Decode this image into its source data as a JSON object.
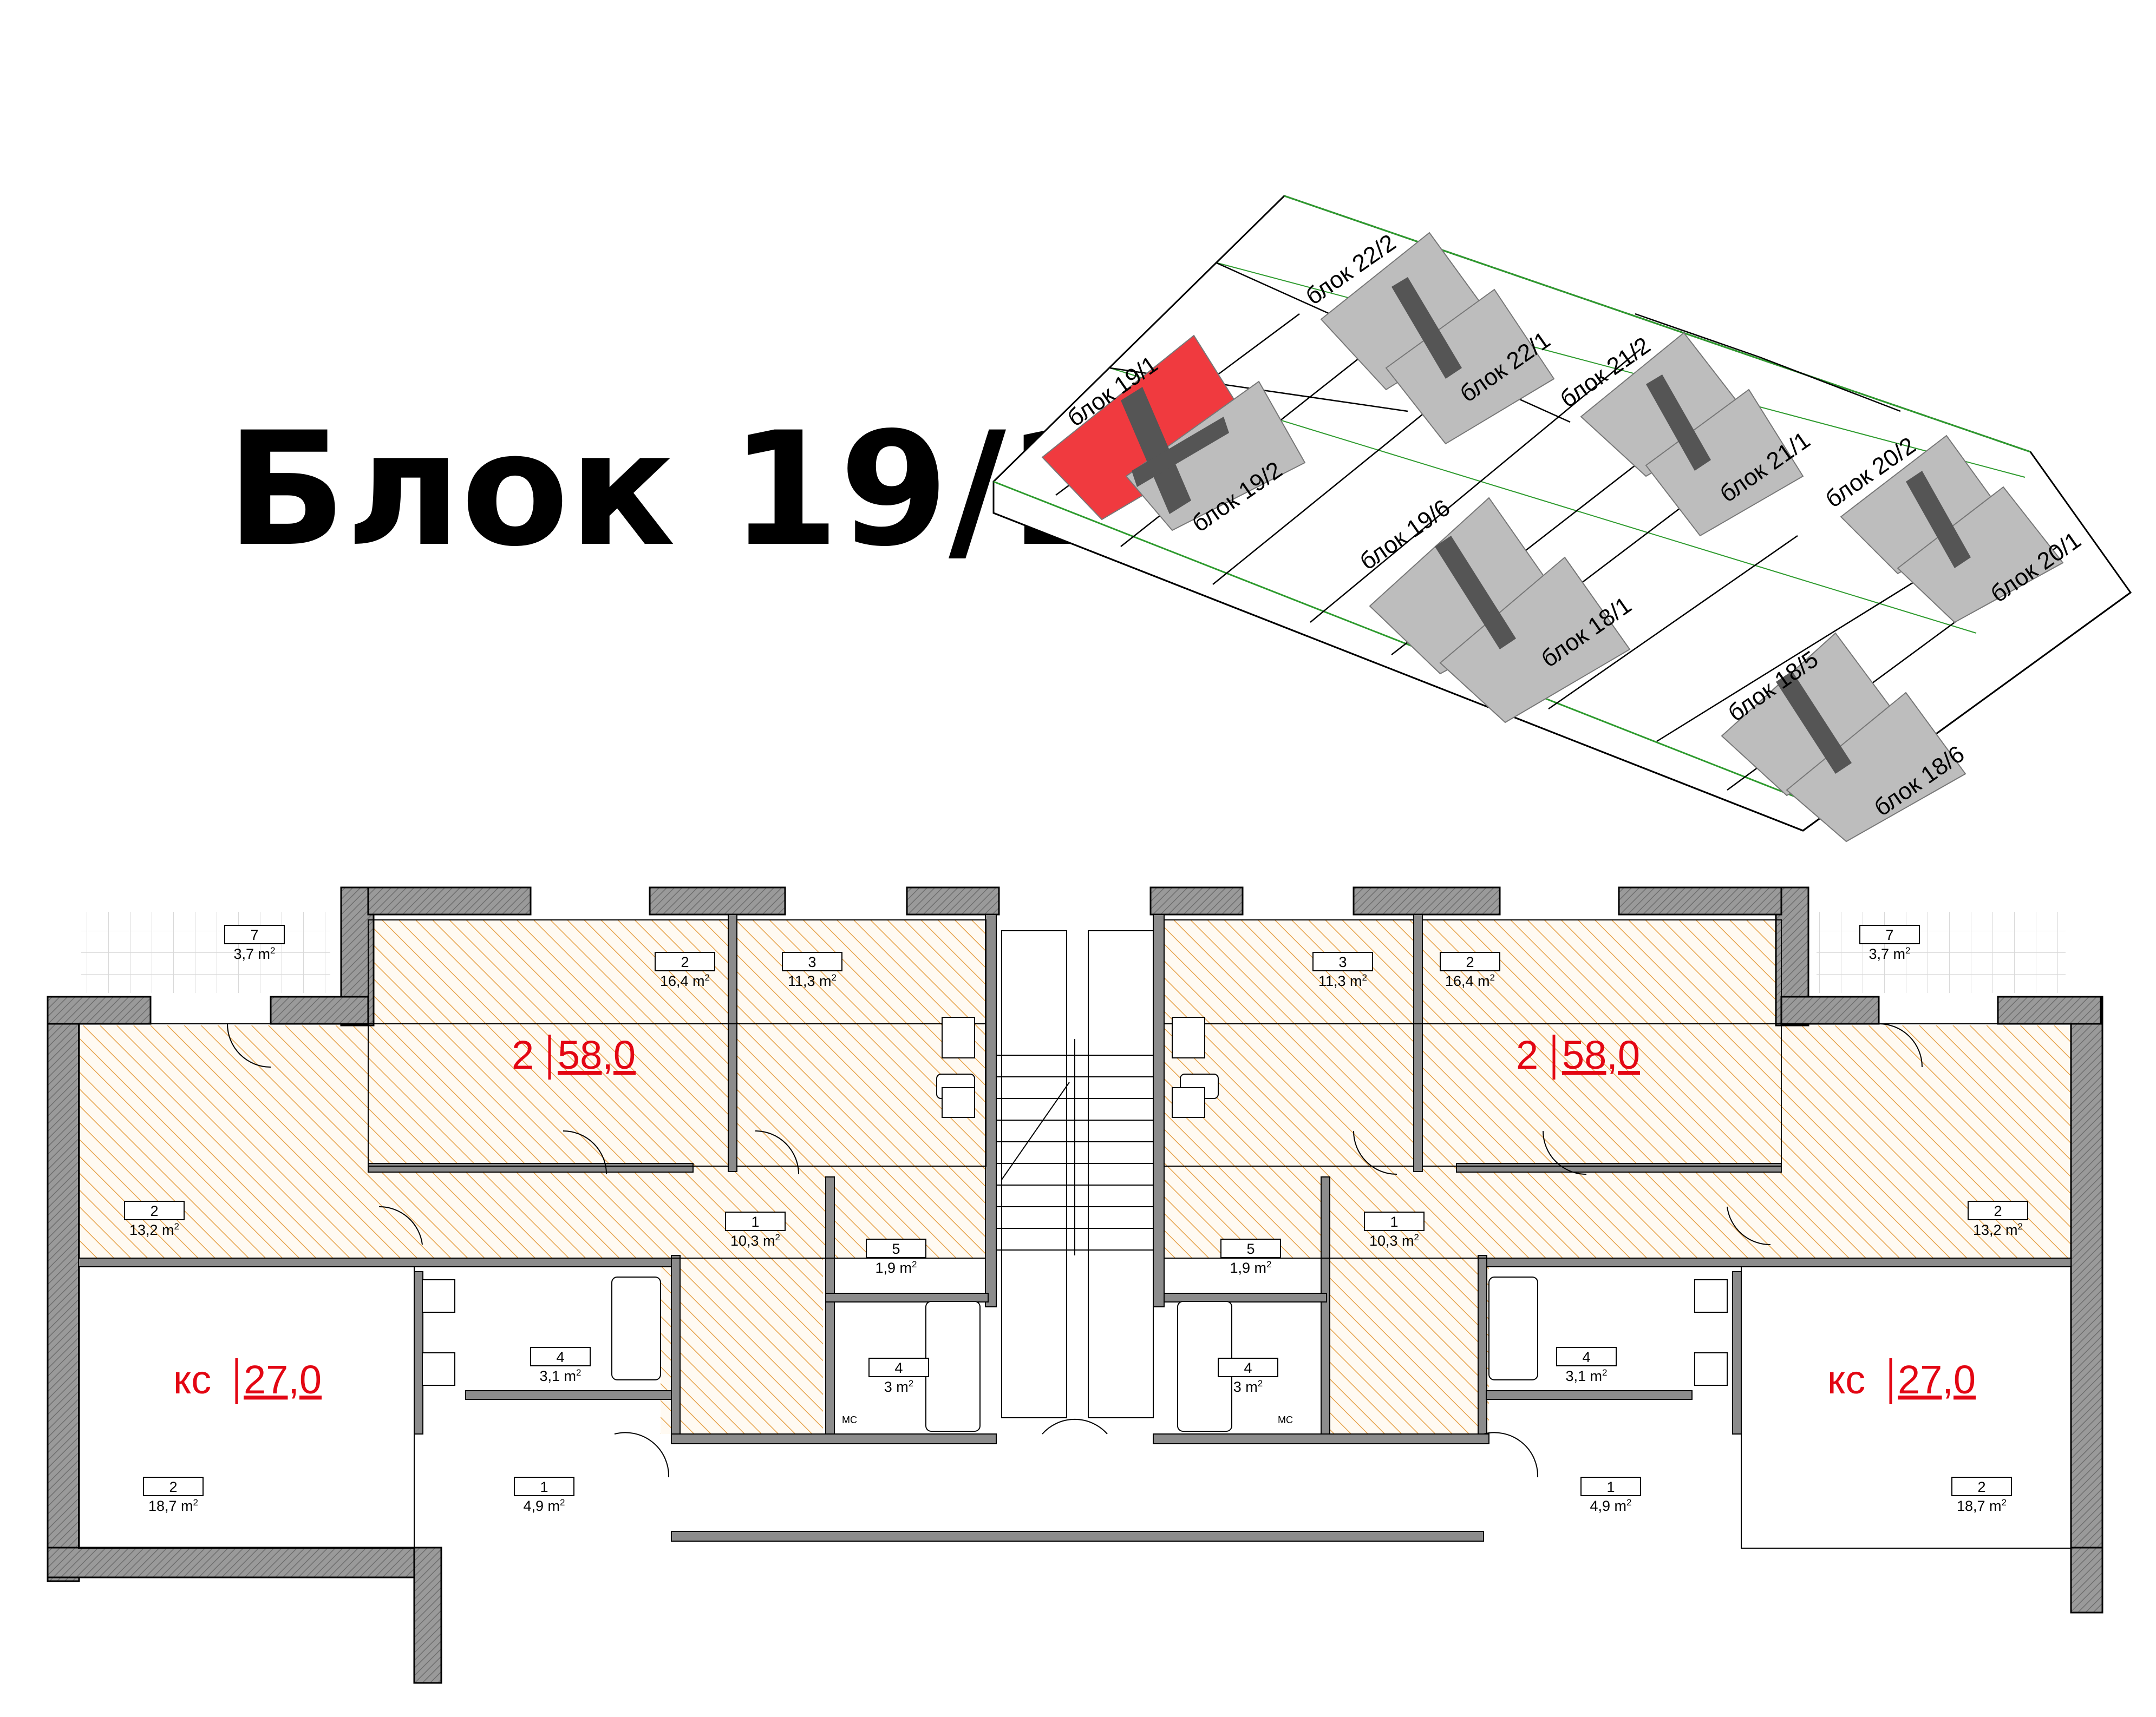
{
  "title": "Блок 19/1",
  "colors": {
    "highlight": "#f03a3f",
    "building": "#bdbdbd",
    "building_core": "#555555",
    "green_line": "#2e9b2e",
    "apartment_label": "#e30613",
    "hatch": "#e6a24a",
    "wall": "#8c8c8c"
  },
  "site_plan": {
    "blocks": [
      "блок 19/1",
      "блок 19/2",
      "блок 22/2",
      "блок 22/1",
      "блок 21/2",
      "блок 21/1",
      "блок 20/2",
      "блок 20/1",
      "блок 19/6",
      "блок 18/1",
      "блок 18/5",
      "блок 18/6"
    ]
  },
  "floor_plan": {
    "apartments": [
      {
        "type": "2",
        "area": "58,0"
      },
      {
        "type": "2",
        "area": "58,0"
      },
      {
        "type": "кс",
        "area": "27,0"
      },
      {
        "type": "кс",
        "area": "27,0"
      }
    ],
    "rooms": [
      {
        "num": "7",
        "area": "3,7 m"
      },
      {
        "num": "2",
        "area": "16,4 m"
      },
      {
        "num": "3",
        "area": "11,3 m"
      },
      {
        "num": "3",
        "area": "11,3 m"
      },
      {
        "num": "2",
        "area": "16,4 m"
      },
      {
        "num": "7",
        "area": "3,7 m"
      },
      {
        "num": "2",
        "area": "13,2 m"
      },
      {
        "num": "1",
        "area": "10,3 m"
      },
      {
        "num": "5",
        "area": "1,9 m"
      },
      {
        "num": "5",
        "area": "1,9 m"
      },
      {
        "num": "1",
        "area": "10,3 m"
      },
      {
        "num": "2",
        "area": "13,2 m"
      },
      {
        "num": "4",
        "area": "3,1 m"
      },
      {
        "num": "4",
        "area": "3 m"
      },
      {
        "num": "4",
        "area": "3 m"
      },
      {
        "num": "4",
        "area": "3,1 m"
      },
      {
        "num": "2",
        "area": "18,7 m"
      },
      {
        "num": "1",
        "area": "4,9 m"
      },
      {
        "num": "1",
        "area": "4,9 m"
      },
      {
        "num": "2",
        "area": "18,7 m"
      }
    ],
    "area_unit_superscript": "2",
    "labels": {
      "mc_left": "МС",
      "mc_right": "МС"
    }
  }
}
